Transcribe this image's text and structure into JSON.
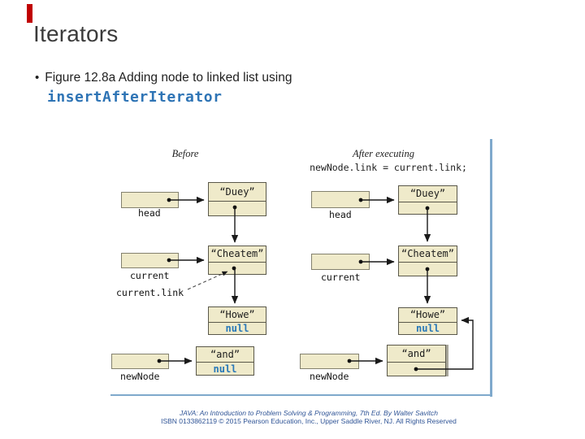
{
  "slide": {
    "title": "Iterators",
    "bullet_marker": "•",
    "bullet_text": "Figure 12.8a Adding node to linked list using",
    "code_text": "insertAfterIterator",
    "accent_color": "#C00000",
    "code_color": "#2E74B5"
  },
  "figure": {
    "before": {
      "caption": "Before",
      "head_label": "head",
      "current_label": "current",
      "current_link_label": "current.link",
      "newnode_label": "newNode",
      "nodes": {
        "duey": "“Duey”",
        "cheatem": "“Cheatem”",
        "howe": "“Howe”",
        "and": "“and”",
        "howe_link": "null",
        "and_link": "null"
      }
    },
    "after": {
      "caption": "After executing",
      "code": "newNode.link = current.link;",
      "head_label": "head",
      "current_label": "current",
      "newnode_label": "newNode",
      "nodes": {
        "duey": "“Duey”",
        "cheatem": "“Cheatem”",
        "howe": "“Howe”",
        "and": "“and”",
        "howe_link": "null"
      }
    },
    "frame_color": "#7FA9CC",
    "node_fill": "#EFEACA",
    "null_color": "#2878B8"
  },
  "footer": {
    "line1": "JAVA: An Introduction to Problem Solving & Programming, 7th Ed. By Walter Savitch",
    "line2": "ISBN 0133862119 © 2015 Pearson Education, Inc., Upper Saddle River, NJ. All Rights Reserved"
  }
}
